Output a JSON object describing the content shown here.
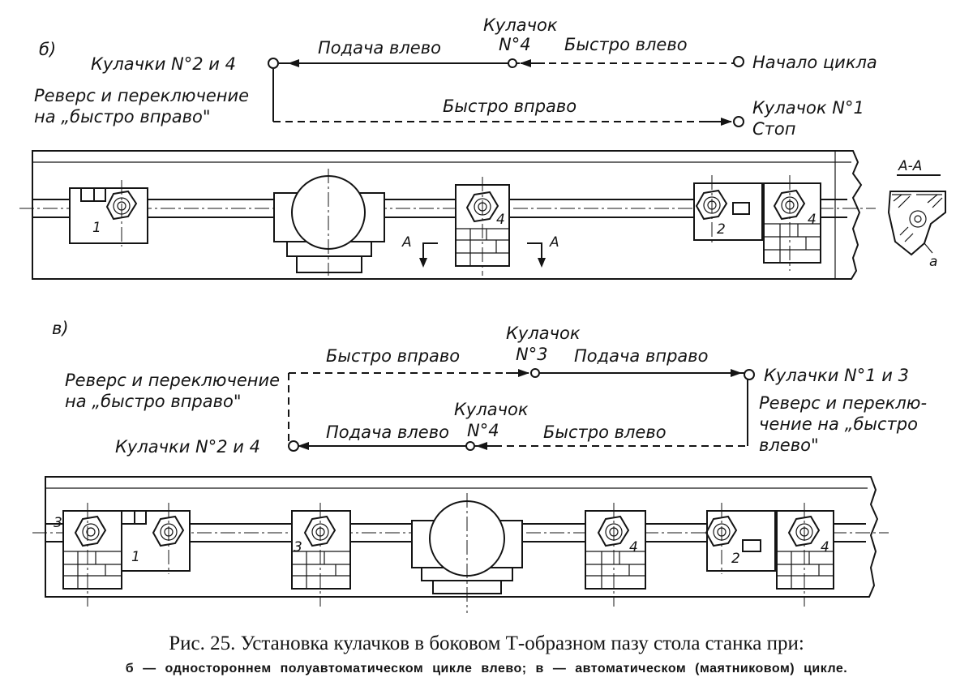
{
  "panel_b": {
    "label": "б)",
    "cams_2_4": "Кулачки N°2 и 4",
    "cam4_line1": "Кулачок",
    "cam4_line2": "N°4",
    "feed_left": "Подача влево",
    "fast_left": "Быстро влево",
    "cycle_start": "Начало цикла",
    "reverse_line1": "Реверс и переключение",
    "reverse_line2": "на „быстро вправо\"",
    "fast_right": "Быстро вправо",
    "cam1": "Кулачок N°1",
    "stop": "Стоп",
    "marks": {
      "cam1": "1",
      "cam2": "2",
      "cam4a": "4",
      "cam4b": "4",
      "sec_left": "A",
      "sec_right": "A"
    },
    "section_title": "А-А",
    "section_mark": "а"
  },
  "panel_v": {
    "label": "в)",
    "reverse_left_line1": "Реверс и переключение",
    "reverse_left_line2": "на „быстро вправо\"",
    "fast_right": "Быстро вправо",
    "cam3_line1": "Кулачок",
    "cam3_line2": "N°3",
    "feed_right": "Подача вправо",
    "cams_1_3": "Кулачки N°1 и 3",
    "reverse_right_line1": "Реверс и переклю-",
    "reverse_right_line2": "чение на „быстро",
    "reverse_right_line3": "влево\"",
    "cam4_line1": "Кулачок",
    "cam4_line2": "N°4",
    "feed_left": "Подача влево",
    "fast_left": "Быстро влево",
    "cams_2_4": "Кулачки N°2 и 4",
    "marks": {
      "c3a": "3",
      "c1": "1",
      "c3b": "3",
      "c4a": "4",
      "c2": "2",
      "c4b": "4"
    }
  },
  "caption": {
    "title": "Рис. 25. Установка кулачков в боковом Т-образном пазу стола станка при:",
    "subtitle": "б — одностороннем полуавтоматическом цикле влево; в — автоматическом (маятниковом) цикле."
  },
  "colors": {
    "ink": "#141414",
    "paper": "#ffffff"
  }
}
